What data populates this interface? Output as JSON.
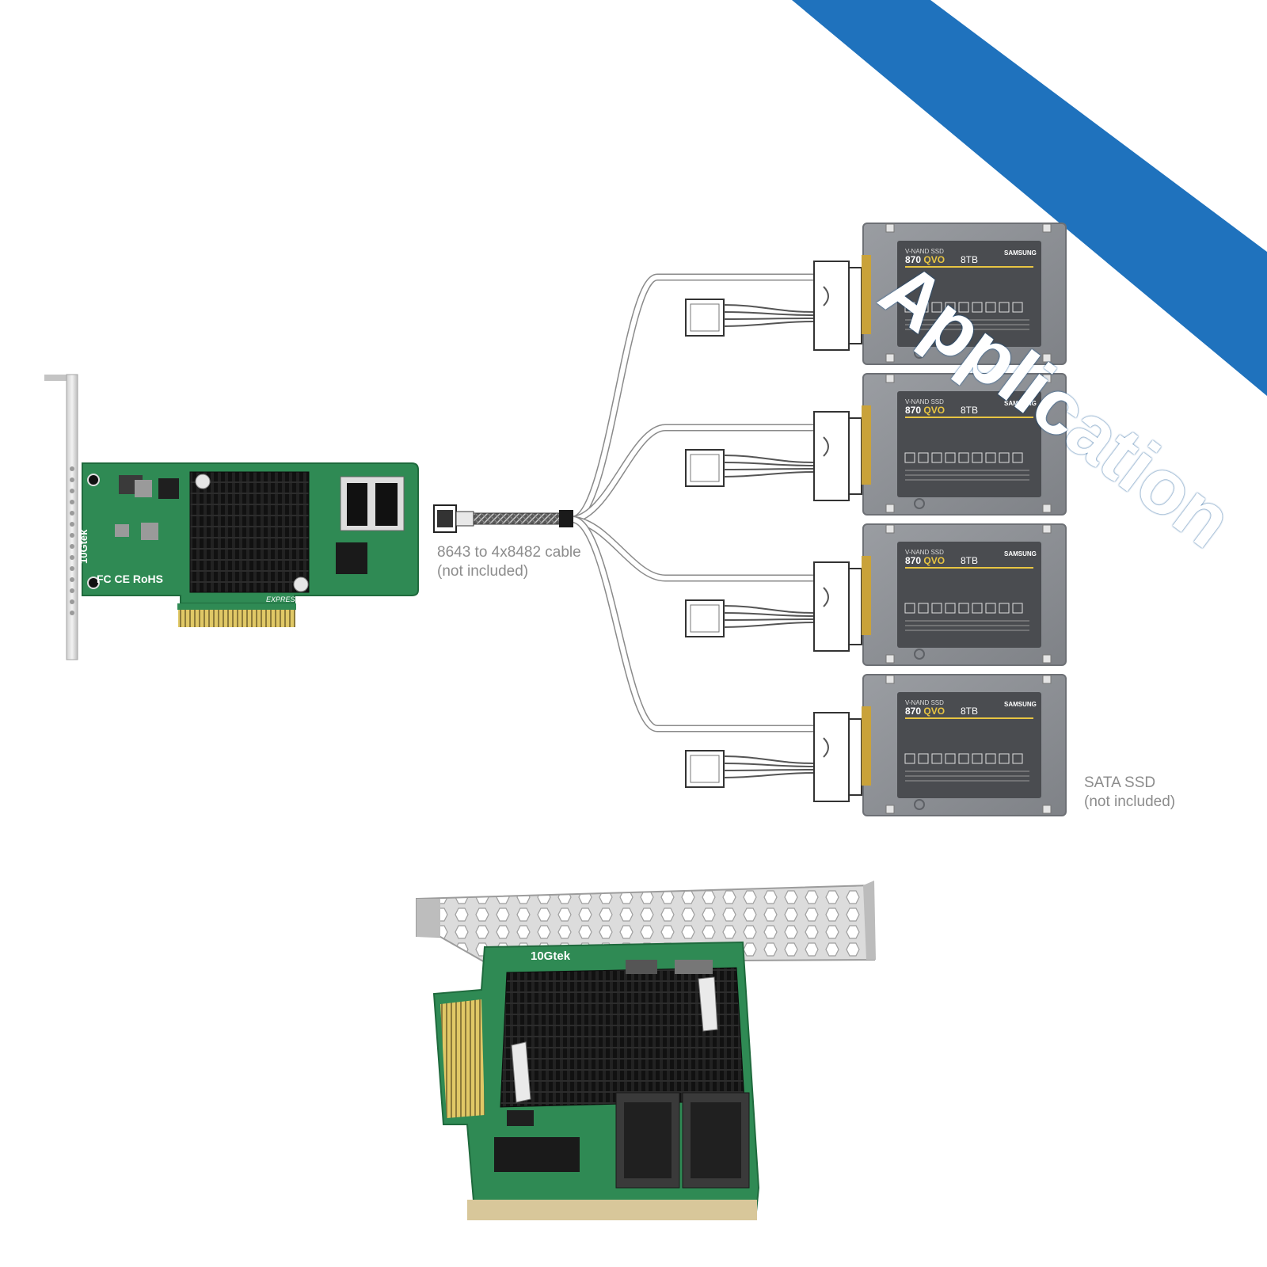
{
  "banner": {
    "label": "Application"
  },
  "colors": {
    "banner_blue": "#1f72bd",
    "pcb_green": "#2f8a54",
    "heatsink_black": "#1b1b1b",
    "ssd_gray": "#8e9196",
    "ssd_label": "#4a4c50",
    "accent_yellow": "#e8c542",
    "caption_gray": "#8c8c8c"
  },
  "hba_card_side": {
    "brand": "10Gtek",
    "marks": "FC CE RoHS",
    "bus": "EXPRESS"
  },
  "cable": {
    "caption_line1": "8643 to 4x8482 cable",
    "caption_line2": "(not included)"
  },
  "ssds": [
    {
      "model_small": "V-NAND SSD",
      "model_prefix": "870",
      "model_suffix": "QVO",
      "capacity": "8TB",
      "brand": "SAMSUNG"
    },
    {
      "model_small": "V-NAND SSD",
      "model_prefix": "870",
      "model_suffix": "QVO",
      "capacity": "8TB",
      "brand": "SAMSUNG"
    },
    {
      "model_small": "V-NAND SSD",
      "model_prefix": "870",
      "model_suffix": "QVO",
      "capacity": "8TB",
      "brand": "SAMSUNG"
    },
    {
      "model_small": "V-NAND SSD",
      "model_prefix": "870",
      "model_suffix": "QVO",
      "capacity": "8TB",
      "brand": "SAMSUNG"
    }
  ],
  "ssd_caption": {
    "line1": "SATA SSD",
    "line2": "(not included)"
  },
  "hba_card_bottom": {
    "brand": "10Gtek"
  }
}
